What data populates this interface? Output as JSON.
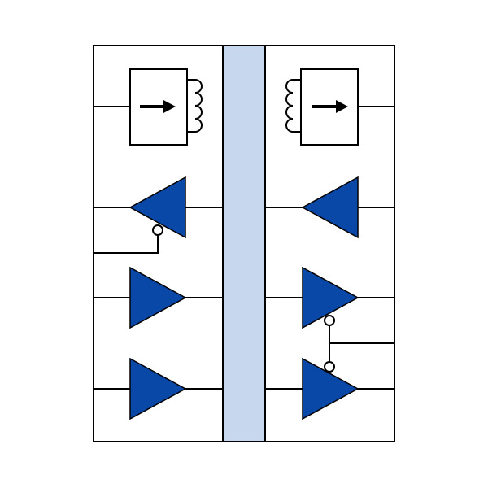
{
  "colors": {
    "background": "#ffffff",
    "stroke": "#000000",
    "isolation_barrier_fill": "#c6d7ee",
    "buffer_fill": "#0a48a8"
  },
  "diagram": {
    "channels_left": [
      {
        "name": "transformer-coupled-channel",
        "symbol": "transformer-arrow-icon",
        "direction": "right"
      },
      {
        "name": "buffer-with-enable",
        "symbol": "buffer-triangle-icon",
        "direction": "left",
        "has_enable": true
      },
      {
        "name": "buffer",
        "symbol": "buffer-triangle-icon",
        "direction": "right"
      },
      {
        "name": "buffer",
        "symbol": "buffer-triangle-icon",
        "direction": "right"
      }
    ],
    "channels_right": [
      {
        "name": "transformer-coupled-channel",
        "symbol": "transformer-arrow-icon",
        "direction": "right"
      },
      {
        "name": "buffer",
        "symbol": "buffer-triangle-icon",
        "direction": "left"
      },
      {
        "name": "buffer-with-enable",
        "symbol": "buffer-triangle-icon",
        "direction": "right",
        "has_enable": true
      },
      {
        "name": "buffer-with-enable",
        "symbol": "buffer-triangle-icon",
        "direction": "right",
        "has_enable": true
      }
    ]
  }
}
